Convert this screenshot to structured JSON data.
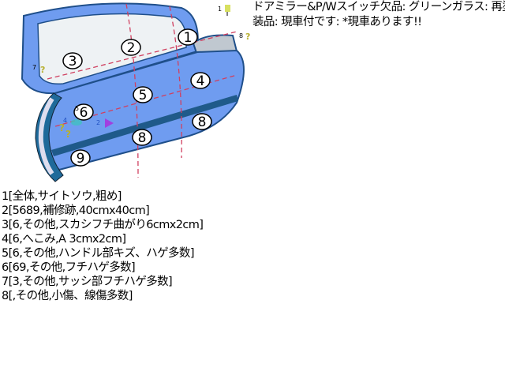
{
  "notes": {
    "line1": "ドアミラー&P/Wスイッチ欠品: グリーンガラス: 再塗",
    "line2": "装品: 現車付です: *現車あります!!"
  },
  "diagram": {
    "panel_color": "#6f9cf0",
    "frame_color": "#1f6a9a",
    "glass_color": "#eef2f4",
    "area_labels": [
      "1",
      "2",
      "3",
      "4",
      "5",
      "6",
      "8",
      "9"
    ],
    "markers": [
      {
        "number": "1",
        "icon": "pin-icon",
        "color": "#d8e060"
      },
      {
        "number": "8",
        "icon": "question-icon",
        "color": "#c8c040"
      },
      {
        "number": "7",
        "icon": "question-icon",
        "color": "#c8c040"
      },
      {
        "number": "5",
        "icon": "question-icon",
        "color": "#c8c040"
      },
      {
        "number": "4",
        "icon": "dent-icon",
        "color": "#40c0c0"
      },
      {
        "number": "2",
        "icon": "repair-icon",
        "color": "#a040e0"
      }
    ]
  },
  "damage_list": [
    "1[全体,サイトソウ,粗め]",
    "2[5689,補修跡,40cmx40cm]",
    "3[6,その他,スカシフチ曲がり6cmx2cm]",
    "4[6,へこみ,A 3cmx2cm]",
    "5[6,その他,ハンドル部キズ、ハゲ多数]",
    "6[69,その他,フチハゲ多数]",
    "7[3,その他,サッシ部フチハゲ多数]",
    "8[,その他,小傷、線傷多数]"
  ]
}
